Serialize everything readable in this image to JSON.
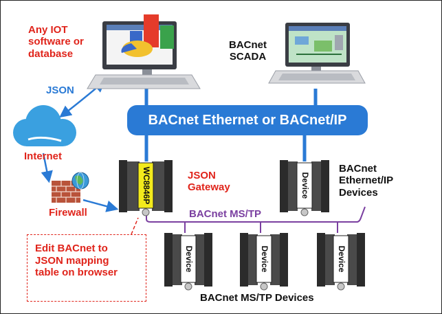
{
  "labels": {
    "iot": "Any IOT\nsoftware or\ndatabase",
    "scada": "BACnet\nSCADA",
    "json": "JSON",
    "bus": "BACnet Ethernet or BACnet/IP",
    "internet": "Internet",
    "firewall": "Firewall",
    "gateway_label": "JSON\nGateway",
    "gateway_model": "WC8846P",
    "eth_devices": "BACnet\nEthernet/IP\nDevices",
    "mstp": "BACnet MS/TP",
    "callout": "Edit BACnet to\nJSON mapping\ntable on browser",
    "mstp_devices": "BACnet MS/TP Devices"
  },
  "devices": {
    "eth_device": "Device",
    "mstp_device_1": "Device",
    "mstp_device_2": "Device",
    "mstp_device_3": "Device"
  },
  "colors": {
    "red_text": "#e0241b",
    "bus_blue": "#2a7ad5",
    "mstp_purple": "#7a3fa0",
    "module_yellow": "#f3ea1c"
  },
  "icons": [
    "computer-icon",
    "chart-icon",
    "scada-screen-icon",
    "cloud-icon",
    "brick-wall-icon",
    "globe-icon"
  ]
}
